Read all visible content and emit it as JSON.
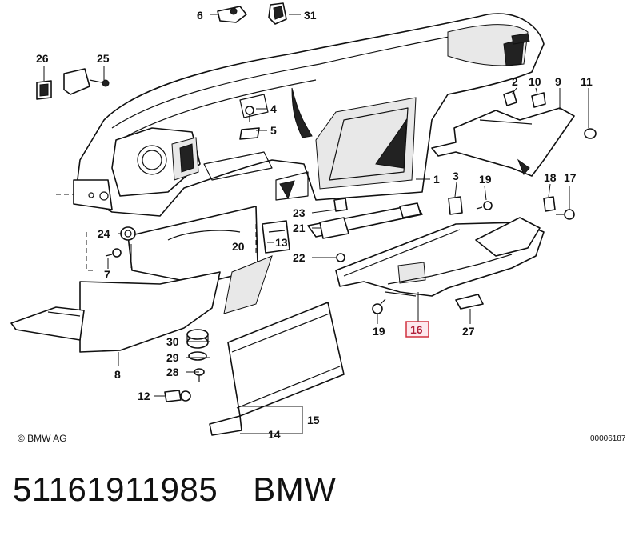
{
  "diagram": {
    "copyright": "© BMW AG",
    "drawing_number": "00006187",
    "highlighted_part": "16"
  },
  "footer": {
    "part_number": "51161911985",
    "brand": "BMW"
  },
  "callouts": [
    {
      "id": "c6",
      "label": "6"
    },
    {
      "id": "c31",
      "label": "31"
    },
    {
      "id": "c26",
      "label": "26"
    },
    {
      "id": "c25",
      "label": "25"
    },
    {
      "id": "c4",
      "label": "4"
    },
    {
      "id": "c5",
      "label": "5"
    },
    {
      "id": "c2",
      "label": "2"
    },
    {
      "id": "c10",
      "label": "10"
    },
    {
      "id": "c9",
      "label": "9"
    },
    {
      "id": "c11",
      "label": "11"
    },
    {
      "id": "c1",
      "label": "1"
    },
    {
      "id": "c3",
      "label": "3"
    },
    {
      "id": "c19a",
      "label": "19"
    },
    {
      "id": "c18",
      "label": "18"
    },
    {
      "id": "c17",
      "label": "17"
    },
    {
      "id": "c23",
      "label": "23"
    },
    {
      "id": "c21",
      "label": "21"
    },
    {
      "id": "c13",
      "label": "13"
    },
    {
      "id": "c22",
      "label": "22"
    },
    {
      "id": "c24",
      "label": "24"
    },
    {
      "id": "c20",
      "label": "20"
    },
    {
      "id": "c7",
      "label": "7"
    },
    {
      "id": "c19b",
      "label": "19"
    },
    {
      "id": "c16",
      "label": "16"
    },
    {
      "id": "c27",
      "label": "27"
    },
    {
      "id": "c30",
      "label": "30"
    },
    {
      "id": "c29",
      "label": "29"
    },
    {
      "id": "c28",
      "label": "28"
    },
    {
      "id": "c8",
      "label": "8"
    },
    {
      "id": "c12",
      "label": "12"
    },
    {
      "id": "c15",
      "label": "15"
    },
    {
      "id": "c14",
      "label": "14"
    }
  ]
}
